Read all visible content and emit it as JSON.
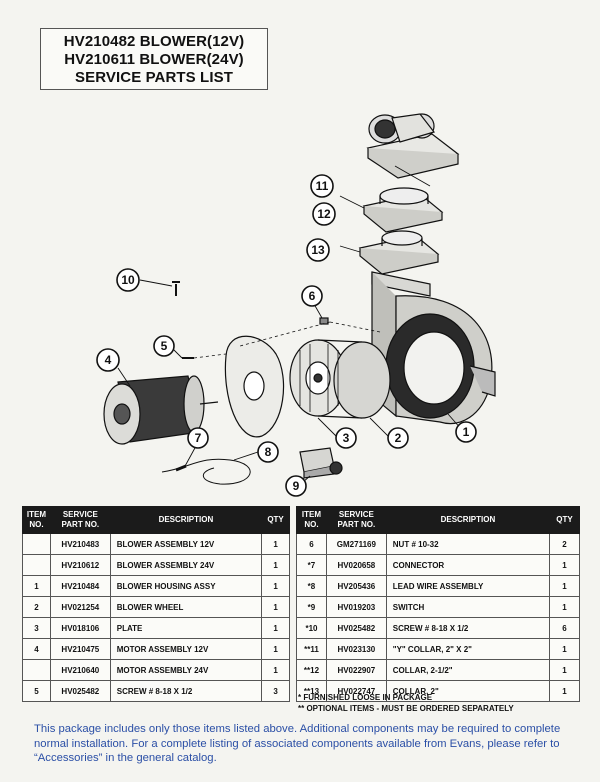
{
  "header": {
    "line1": "HV210482 BLOWER(12V)",
    "line2": "HV210611 BLOWER(24V)",
    "line3": "SERVICE PARTS LIST"
  },
  "diagram": {
    "callouts": [
      "1",
      "2",
      "3",
      "4",
      "5",
      "6",
      "7",
      "8",
      "9",
      "10",
      "11",
      "12",
      "13"
    ]
  },
  "table": {
    "headers": [
      "ITEM NO.",
      "SERVICE PART NO.",
      "DESCRIPTION",
      "QTY"
    ],
    "left_rows": [
      {
        "item": "",
        "part": "HV210483",
        "desc": "BLOWER ASSEMBLY 12V",
        "qty": "1"
      },
      {
        "item": "",
        "part": "HV210612",
        "desc": "BLOWER ASSEMBLY 24V",
        "qty": "1"
      },
      {
        "item": "1",
        "part": "HV210484",
        "desc": "BLOWER HOUSING ASSY",
        "qty": "1"
      },
      {
        "item": "2",
        "part": "HV021254",
        "desc": "BLOWER WHEEL",
        "qty": "1"
      },
      {
        "item": "3",
        "part": "HV018106",
        "desc": "PLATE",
        "qty": "1"
      },
      {
        "item": "4",
        "part": "HV210475",
        "desc": "MOTOR ASSEMBLY 12V",
        "qty": "1"
      },
      {
        "item": "",
        "part": "HV210640",
        "desc": "MOTOR ASSEMBLY 24V",
        "qty": "1"
      },
      {
        "item": "5",
        "part": "HV025482",
        "desc": "SCREW # 8-18 X 1/2",
        "qty": "3"
      }
    ],
    "right_rows": [
      {
        "item": "6",
        "part": "GM271169",
        "desc": "NUT # 10-32",
        "qty": "2"
      },
      {
        "item": "*7",
        "part": "HV020658",
        "desc": "CONNECTOR",
        "qty": "1"
      },
      {
        "item": "*8",
        "part": "HV205436",
        "desc": "LEAD WIRE ASSEMBLY",
        "qty": "1"
      },
      {
        "item": "*9",
        "part": "HV019203",
        "desc": "SWITCH",
        "qty": "1"
      },
      {
        "item": "*10",
        "part": "HV025482",
        "desc": "SCREW # 8-18 X 1/2",
        "qty": "6"
      },
      {
        "item": "**11",
        "part": "HV023130",
        "desc": "\"Y\" COLLAR, 2\" X 2\"",
        "qty": "1"
      },
      {
        "item": "**12",
        "part": "HV022907",
        "desc": "COLLAR, 2-1/2\"",
        "qty": "1"
      },
      {
        "item": "**13",
        "part": "HV022747",
        "desc": "COLLAR, 2\"",
        "qty": "1"
      }
    ]
  },
  "notes": {
    "note1": "* FURNISHED LOOSE IN PACKAGE",
    "note2": "** OPTIONAL ITEMS - MUST BE ORDERED SEPARATELY"
  },
  "footer": {
    "text": "This package includes only those items listed above. Additional components may be required to complete normal installation. For a complete listing of associated components available from Evans, please refer to “Accessories” in the general catalog."
  }
}
